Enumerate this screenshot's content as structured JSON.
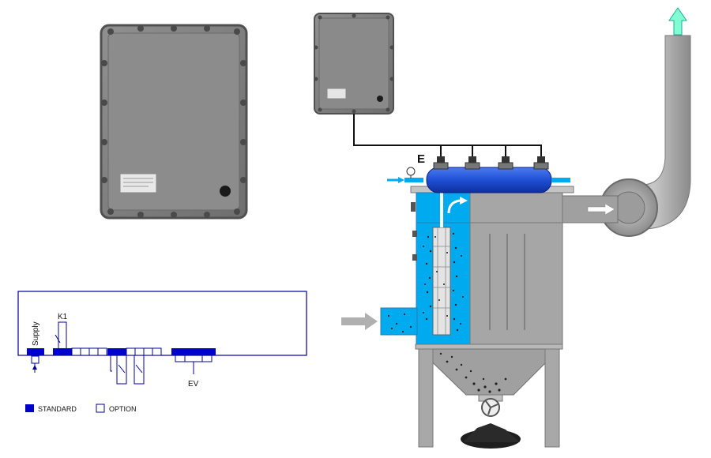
{
  "labels": {
    "supply": "Supply",
    "k1": "K1",
    "ev": "EV",
    "standard": "STANDARD",
    "option": "OPTION",
    "valve_group": "E"
  },
  "colors": {
    "standard_fill": "#0000cc",
    "wiring_blue": "#000099",
    "manifold_blue": "#1f4fd6",
    "clean_zone_blue": "#00aaee",
    "housing_gray": "#a8a8a8",
    "enclosure_gray": "#7f7f7f",
    "outlet_arrow": "#7fffd4"
  }
}
